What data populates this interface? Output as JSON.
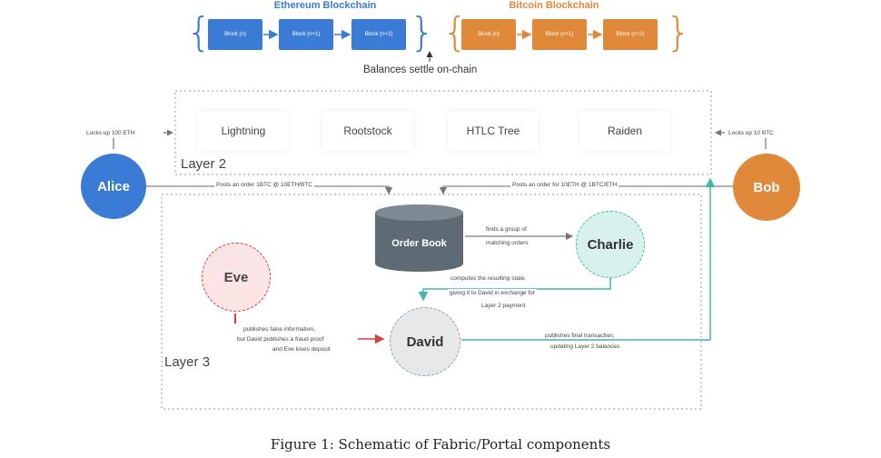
{
  "eth": {
    "title": "Ethereum Blockchain",
    "blocks": [
      "Block (n)",
      "Block (n+1)",
      "Block (n+2)"
    ],
    "color": "#3a7bd5"
  },
  "btc": {
    "title": "Bitcoin Blockchain",
    "blocks": [
      "Block (n)",
      "Block (n+1)",
      "Block (n+2)"
    ],
    "color": "#e0893a"
  },
  "settle_label": "Balances settle on-chain",
  "layer2": {
    "label": "Layer 2",
    "items": [
      "Lightning",
      "Rootstock",
      "HTLC Tree",
      "Raiden"
    ]
  },
  "layer3": {
    "label": "Layer 3"
  },
  "alice": {
    "name": "Alice",
    "lock": "Locks up 100 ETH",
    "order": "Posts an order 1BTC @ 10ETH/BTC"
  },
  "bob": {
    "name": "Bob",
    "lock": "Locks up 10 BTC",
    "order": "Posts an order for 10ETH @ 1BTC/ETH"
  },
  "order_book": {
    "label": "Order Book"
  },
  "charlie": {
    "name": "Charlie",
    "find": [
      "finds a group of",
      "matching orders"
    ],
    "compute": [
      "computes the resulting state,",
      "giving it to David in exchange for",
      "Layer 2 payment"
    ]
  },
  "eve": {
    "name": "Eve",
    "text": [
      "publishes false information,",
      "but David publishes a fraud proof",
      "and Eve loses deposit"
    ]
  },
  "david": {
    "name": "David",
    "text": [
      "publishes final transaction,",
      "updating Layer 2 balances"
    ]
  },
  "caption": "Figure 1: Schematic of Fabric/Portal components"
}
